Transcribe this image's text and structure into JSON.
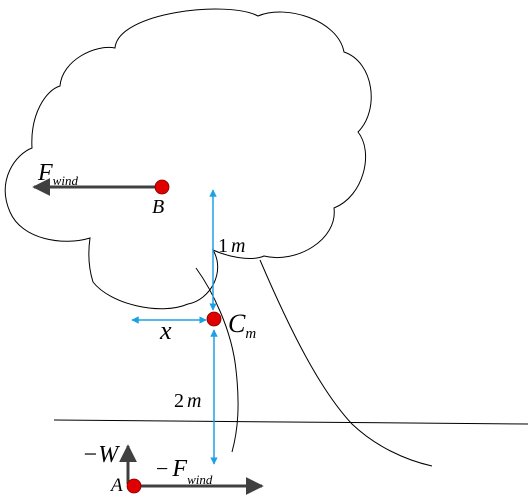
{
  "labels": {
    "f_main": "F",
    "f_sub": "wind",
    "point_b": "B",
    "dist_top_num": "1",
    "dist_top_unit": "m",
    "point_c_main": "C",
    "point_c_sub": "m",
    "offset_x": "x",
    "dist_bottom_num": "2",
    "dist_bottom_unit": "m",
    "neg_w": "−W",
    "point_a": "A",
    "neg_f_minus": "−",
    "neg_f_main": "F",
    "neg_f_sub": "wind"
  },
  "colors": {
    "outline": "#000000",
    "force_arrow": "#404040",
    "point_fill": "#e00000",
    "dimension": "#1ea0e6"
  }
}
